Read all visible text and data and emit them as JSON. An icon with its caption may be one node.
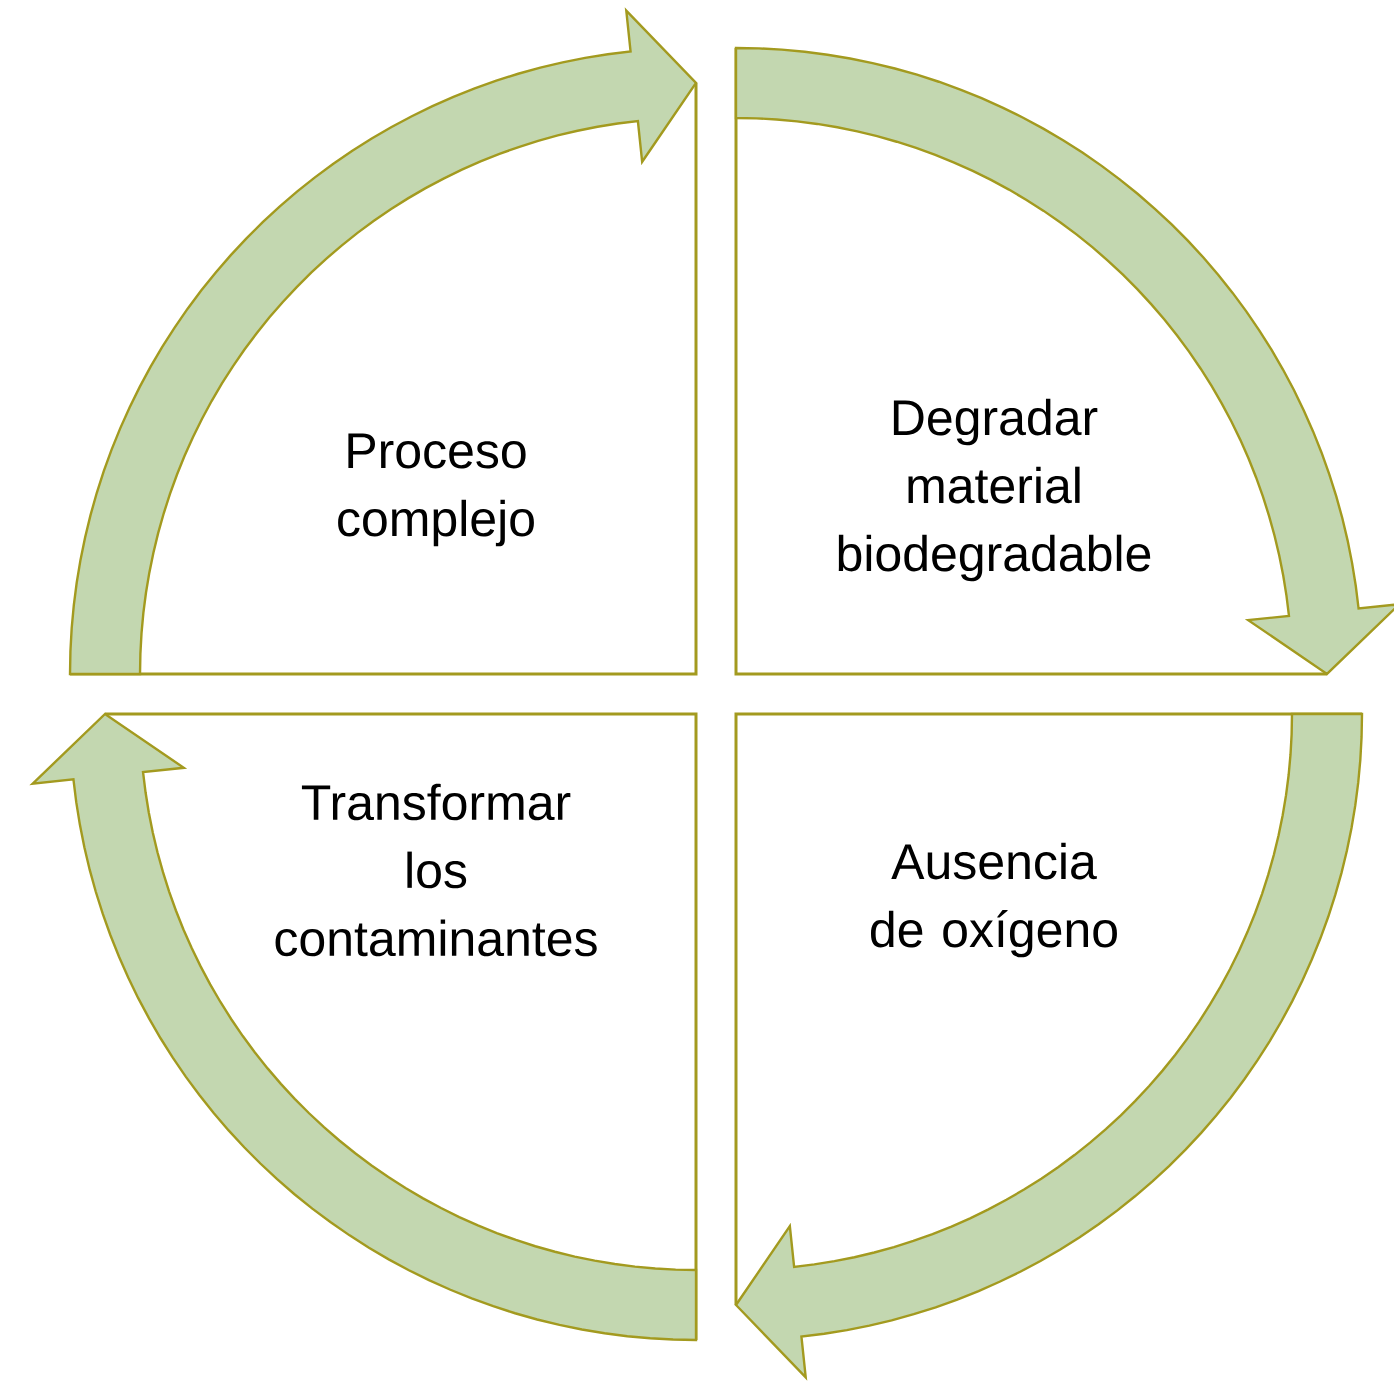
{
  "diagram": {
    "nodes": [
      {
        "text": [
          "Proceso complejo"
        ]
      },
      {
        "text": [
          "Degradar material biodegradable"
        ]
      },
      {
        "text": [
          "Transformar los contaminantes"
        ]
      },
      {
        "text": [
          "Ausencia de oxígeno"
        ]
      }
    ],
    "edges": [
      {
        "from": 0,
        "to": 1,
        "arrow": "to"
      },
      {
        "from": 1,
        "to": 3,
        "arrow": "to"
      },
      {
        "from": 3,
        "to": 2,
        "arrow": "to"
      },
      {
        "from": 2,
        "to": 0,
        "arrow": "to"
      }
    ]
  }
}
